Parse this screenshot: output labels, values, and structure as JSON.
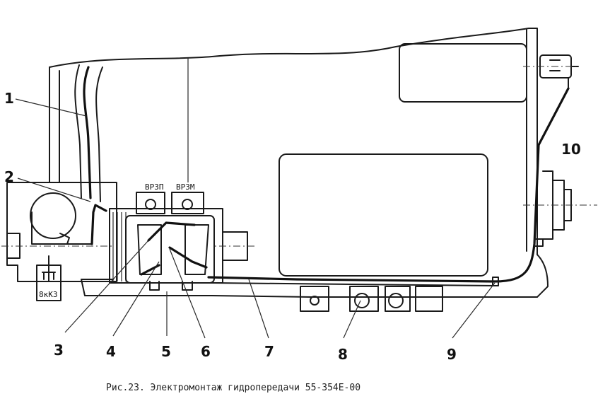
{
  "callouts": [
    "1",
    "2",
    "3",
    "4",
    "5",
    "6",
    "7",
    "8",
    "9",
    "10"
  ],
  "labels": {
    "vrzp": "ВРЗП",
    "vrzm": "ВРЗМ",
    "vkkz": "8кКЗ"
  },
  "caption": "Рис.23. Электромонтаж гидропередачи 55-354Е-00"
}
